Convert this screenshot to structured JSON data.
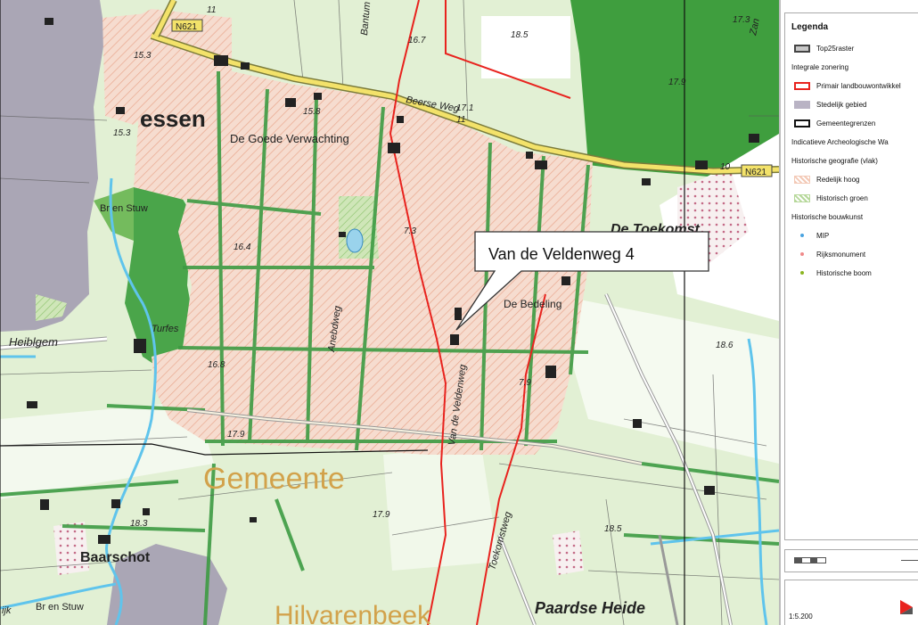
{
  "map": {
    "callout": "Van de Veldenweg 4",
    "place_labels": {
      "essen": "essen",
      "gemeente": "Gemeente",
      "baarschot": "Baarschot",
      "hilvarenbeek": "Hilvarenbeek",
      "heiblgem": "Heiblgem",
      "paardse_heide": "Paardse  Heide",
      "de_toekomst": "De Toekomst",
      "de_goede_verwachting": "De Goede Verwachting",
      "br_en_stuw_1": "Br en Stuw",
      "br_en_stuw_2": "Br en Stuw",
      "turfes": "Turfes",
      "de_bedeling": "De Bedeling",
      "ijk": "ijk"
    },
    "road_labels": {
      "n621_top": "N621",
      "n621_right": "N621",
      "beerse_weg": "Beerse Weg",
      "anebdweg": "Anebdweg",
      "van_de_veldenweg": "Van de Veldenweg",
      "toekomstweg": "Toekomstweg",
      "bantum": "Bantum",
      "zand": "Zan"
    },
    "spot_heights": {
      "h1": "15.3",
      "h2": "15.3",
      "h3": "15.8",
      "h4": "16.4",
      "h5": "16.8",
      "h6": "16.7",
      "h7": "17.1",
      "h8": "7.3",
      "h9": "7.9",
      "h10": "17.9",
      "h11": "17.9",
      "h12": "18.3",
      "h13": "18.5",
      "h14": "18.6",
      "h15": "18.5",
      "h16": "17.9",
      "h17": "17.3",
      "h18": "11",
      "h19": "11",
      "h20": "10"
    }
  },
  "legend": {
    "title": "Legenda",
    "items": [
      {
        "kind": "swatch",
        "label": "Top25raster",
        "fill": "#c8c8c8",
        "border": "#444444"
      },
      {
        "kind": "heading",
        "label": "Integrale zonering"
      },
      {
        "kind": "swatch",
        "label": "Primair landbouwontwikkel",
        "fill": "#ffffff",
        "border": "#e8231e"
      },
      {
        "kind": "swatch",
        "label": "Stedelijk gebied",
        "fill": "#b9b3c4",
        "border": "#b9b3c4"
      },
      {
        "kind": "swatch",
        "label": "Gemeentegrenzen",
        "fill": "#ffffff",
        "border": "#111111"
      },
      {
        "kind": "heading",
        "label": "Indicatieve Archeologische Wa"
      },
      {
        "kind": "heading",
        "label": "Historische geografie (vlak)"
      },
      {
        "kind": "hatch",
        "label": "Redelijk hoog",
        "fill": "#f3c9b6",
        "border": "#f3c9b6"
      },
      {
        "kind": "hatch",
        "label": "Historisch groen",
        "fill": "#b6d89a",
        "border": "#b6d89a"
      },
      {
        "kind": "heading",
        "label": "Historische bouwkunst"
      },
      {
        "kind": "dot",
        "label": "MIP",
        "fill": "#4aa3e0"
      },
      {
        "kind": "dot",
        "label": "Rijksmonument",
        "fill": "#f08a8a"
      },
      {
        "kind": "dot",
        "label": "Historische boom",
        "fill": "#8bb521"
      }
    ],
    "scale": "1:5.200"
  },
  "colors": {
    "agri_pink": "#f4d2c0",
    "light_green": "#dfeed0",
    "dark_green": "#3f9e3e",
    "urban_gray": "#a9a5b3",
    "boundary_red": "#e8231e",
    "water_blue": "#6ec7ea",
    "road_yellow": "#f3e26a"
  }
}
